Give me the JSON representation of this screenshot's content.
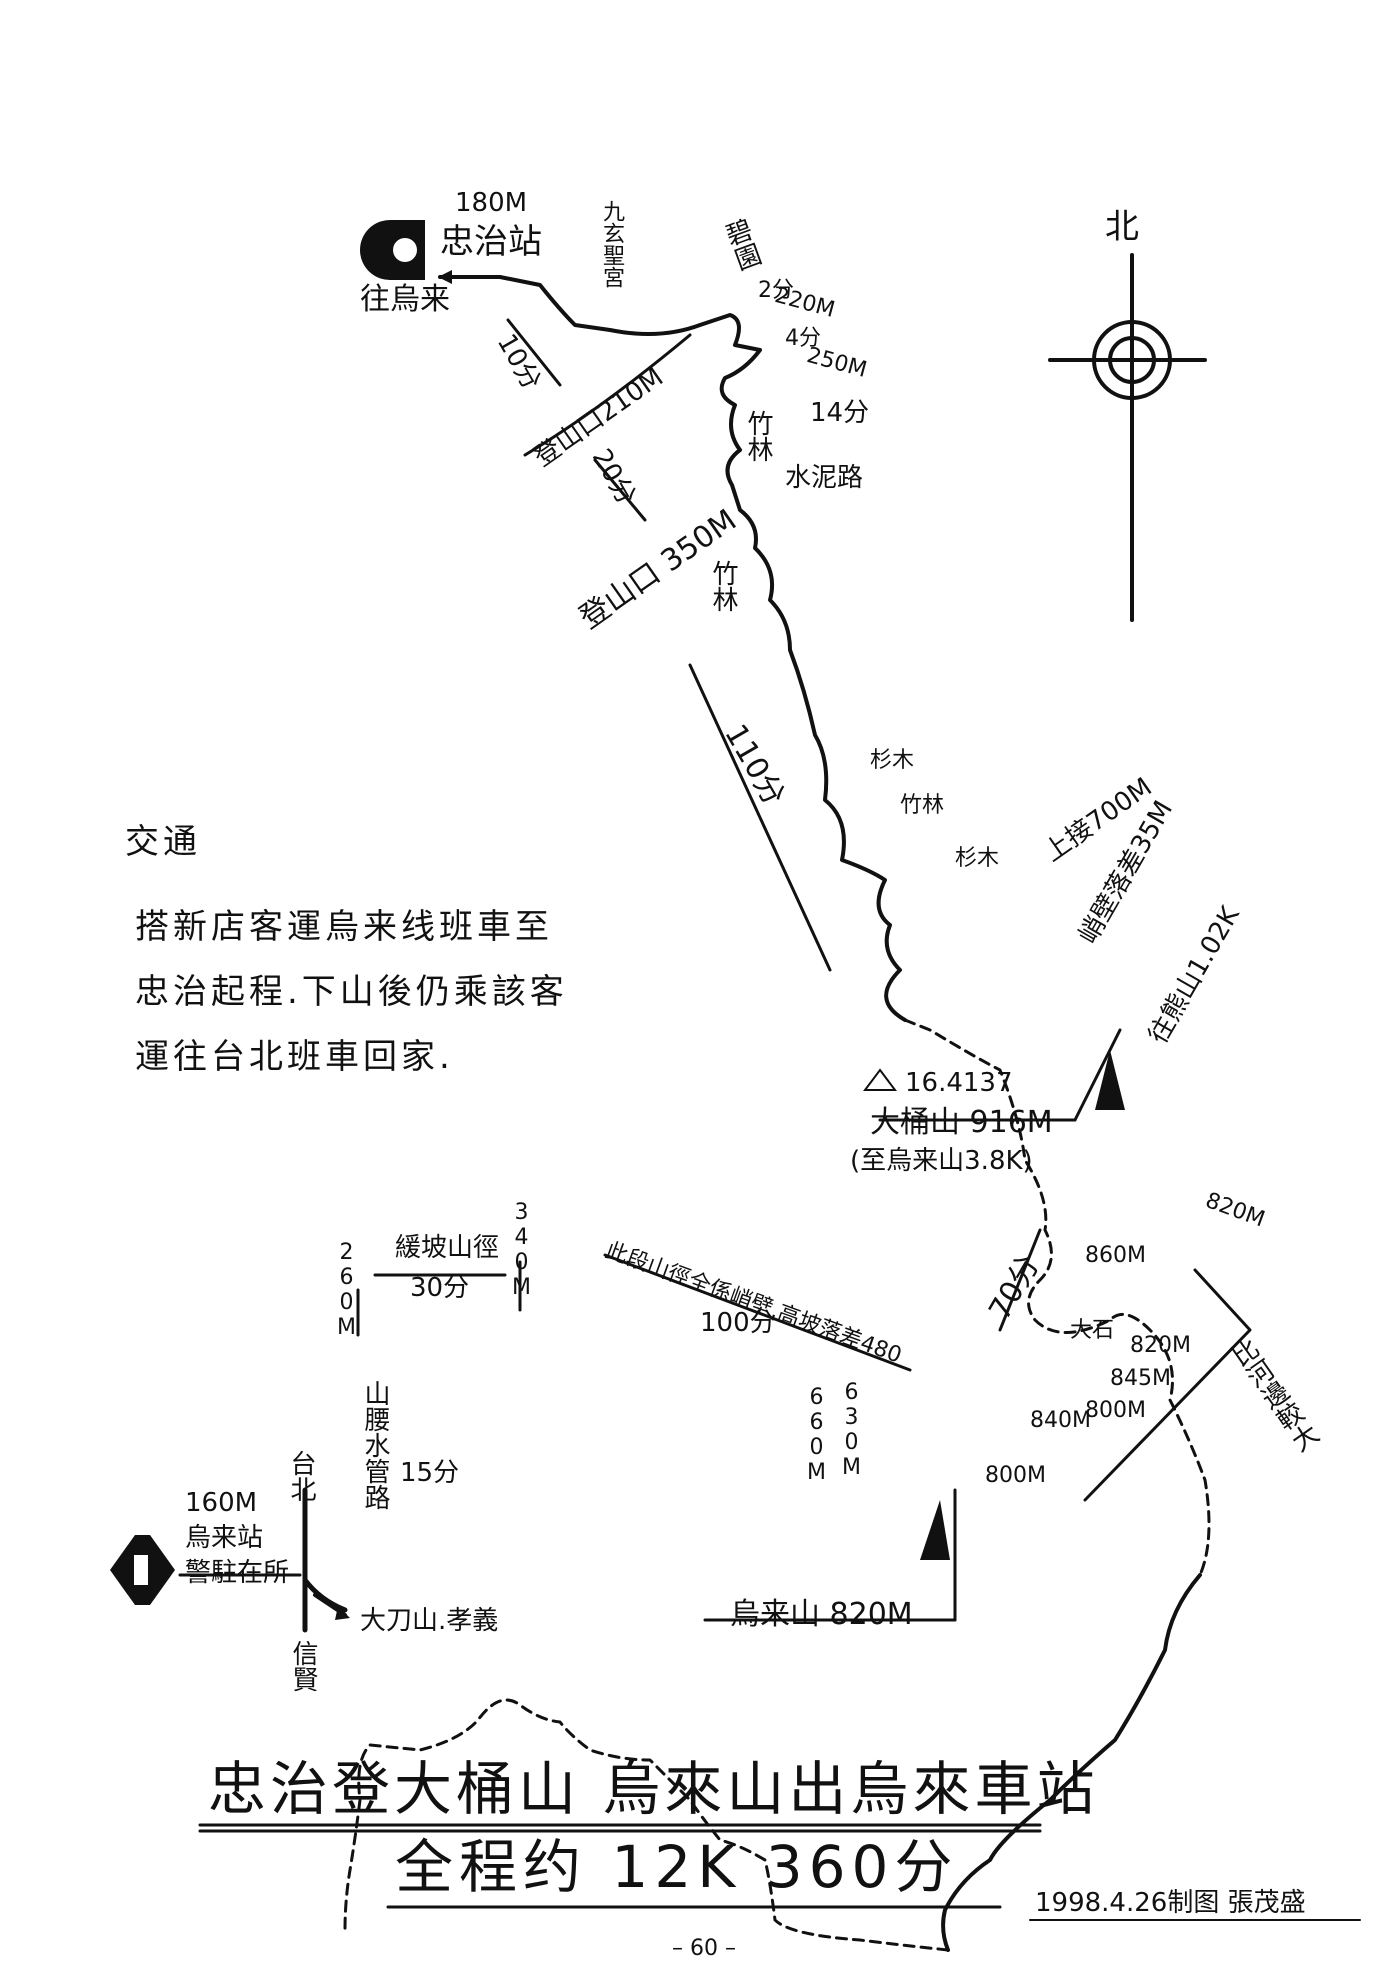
{
  "north": "北",
  "start": {
    "alt": "180M",
    "name": "忠治站",
    "dir": "往烏来"
  },
  "labels": {
    "temple": "九玄聖宮",
    "dayuan": "碧園",
    "t2": "2分",
    "a220": "220M",
    "t4": "4分",
    "a250": "250M",
    "t10": "10分",
    "trailhead210": "登山口210M",
    "t14": "14分",
    "bamboo1": "竹林",
    "cement": "水泥路",
    "t20": "20分",
    "trailhead350": "登山口 350M",
    "bamboo2": "竹林",
    "t110": "110分",
    "cedar1": "杉木",
    "bamboo3": "竹林",
    "cedar2": "杉木",
    "up700": "上接700M",
    "cliff": "峭壁落差35M",
    "toridge": "往熊山1.02K",
    "benchmark": "16.4137",
    "peak": "大桶山 916M",
    "peaknote": "(至烏来山3.8K)",
    "a820a": "820M",
    "a860": "860M",
    "t70": "70分",
    "rock": "大石",
    "a820b": "820M",
    "a845": "845M",
    "a800a": "800M",
    "a840": "840M",
    "a800b": "800M",
    "right_note": "比河邊較大",
    "cliffpath": "此段山徑全係峭壁,高坡落差480",
    "t100": "100分",
    "a340": "340M",
    "gentle": "緩坡山徑",
    "t30": "30分",
    "a260": "260M",
    "a660": "660M",
    "a630": "630M",
    "wuri_peak": "烏来山 820M",
    "pipe": "山腰水管路",
    "t15": "15分",
    "end_alt": "160M",
    "end_name": "烏来站",
    "police": "警駐在所",
    "taipei": "台北",
    "dadao": "大刀山.孝義",
    "xinxian": "信賢"
  },
  "traffic": {
    "heading": "交通",
    "line1": "搭新店客運烏来线班車至",
    "line2": "忠治起程.下山後仍乘該客",
    "line3": "運往台北班車回家."
  },
  "title": "忠治登大桶山 烏來山出烏來車站",
  "subtitle": "全程约 12K 360分",
  "signature": "1998.4.26制图 張茂盛",
  "page_number": "– 60 –"
}
